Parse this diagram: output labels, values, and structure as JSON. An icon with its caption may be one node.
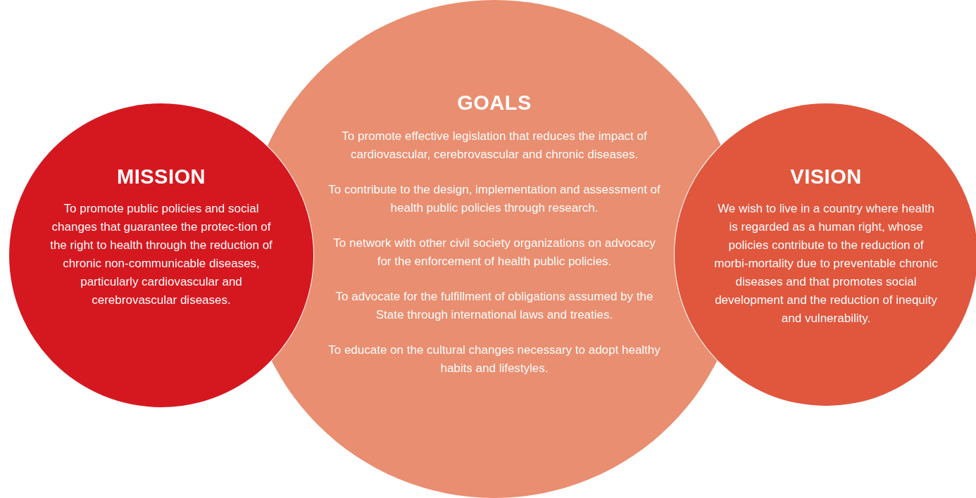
{
  "diagram": {
    "nodes": [
      {
        "text": [
          "MISSION",
          "To promote public policies and social changes that guarantee the protec-tion of the right to health through the reduction of chronic non-communicable diseases, particularly cardiovascular and cerebrovascular diseases."
        ]
      },
      {
        "text": [
          "GOALS",
          "To promote effective legislation that reduces the impact of cardiovascular, cerebrovascular and chronic diseases.",
          "To contribute to the design, implementation and assessment of health public policies through research.",
          "To network with other civil society organizations on advocacy for the enforcement of health public policies.",
          "To advocate for the fulfillment of obligations assumed by the State through international laws and treaties.",
          "To educate on the cultural changes necessary to adopt healthy habits and lifestyles."
        ]
      },
      {
        "text": [
          "VISION",
          "We wish to live in a country where health is regarded as a human right, whose policies contribute to the reduction of morbi-mortality due to preventable chronic diseases and that promotes social development and the reduction of inequity and vulnerability."
        ]
      }
    ]
  }
}
